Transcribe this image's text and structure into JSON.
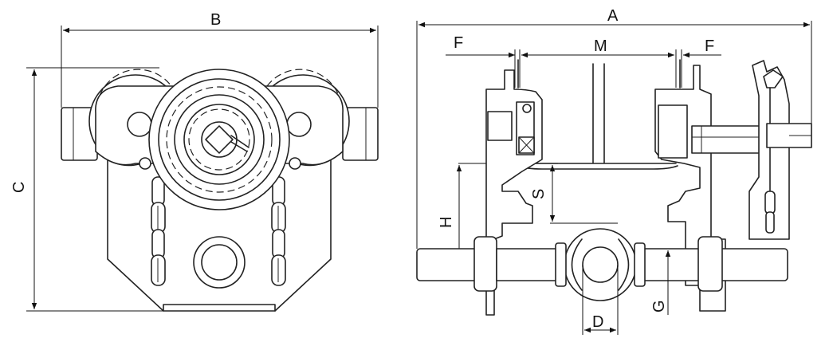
{
  "dimensions": {
    "A": "A",
    "B": "B",
    "C": "C",
    "D": "D",
    "F_left": "F",
    "F_right": "F",
    "G": "G",
    "H": "H",
    "M": "M",
    "S": "S"
  }
}
